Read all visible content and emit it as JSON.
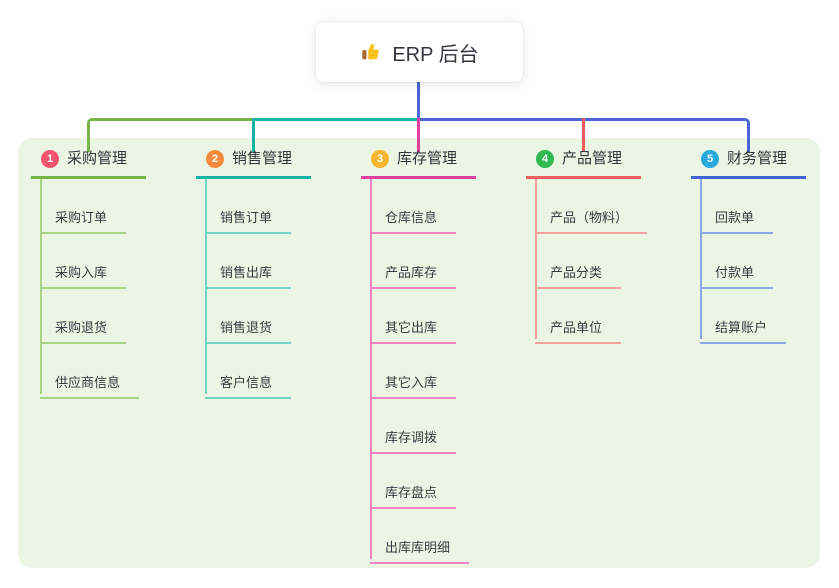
{
  "root": {
    "label": "ERP 后台",
    "icon": "thumbs-up-icon"
  },
  "branches": [
    {
      "num": "1",
      "title": "采购管理",
      "badge_color": "#f4546e",
      "line_color": "#74b645",
      "child_line_color": "#a9d483",
      "children": [
        "采购订单",
        "采购入库",
        "采购退货",
        "供应商信息"
      ]
    },
    {
      "num": "2",
      "title": "销售管理",
      "badge_color": "#f78a3d",
      "line_color": "#14b3a5",
      "child_line_color": "#74d3c7",
      "children": [
        "销售订单",
        "销售出库",
        "销售退货",
        "客户信息"
      ]
    },
    {
      "num": "3",
      "title": "库存管理",
      "badge_color": "#f8b42a",
      "line_color": "#e0419e",
      "child_line_color": "#ee85c2",
      "children": [
        "仓库信息",
        "产品库存",
        "其它出库",
        "其它入库",
        "库存调拨",
        "库存盘点",
        "出库库明细"
      ]
    },
    {
      "num": "4",
      "title": "产品管理",
      "badge_color": "#2eb84f",
      "line_color": "#f35e5e",
      "child_line_color": "#f8a0a0",
      "children": [
        "产品（物料）",
        "产品分类",
        "产品单位"
      ]
    },
    {
      "num": "5",
      "title": "财务管理",
      "badge_color": "#27a9dd",
      "line_color": "#3f63da",
      "child_line_color": "#8ea7e9",
      "children": [
        "回款单",
        "付款单",
        "结算账户"
      ]
    }
  ],
  "colors": {
    "panel_bg": "#eaf6e3",
    "root_connector": "#4c66d9",
    "root_bg": "#ffffff",
    "text": "#3c3c44"
  }
}
